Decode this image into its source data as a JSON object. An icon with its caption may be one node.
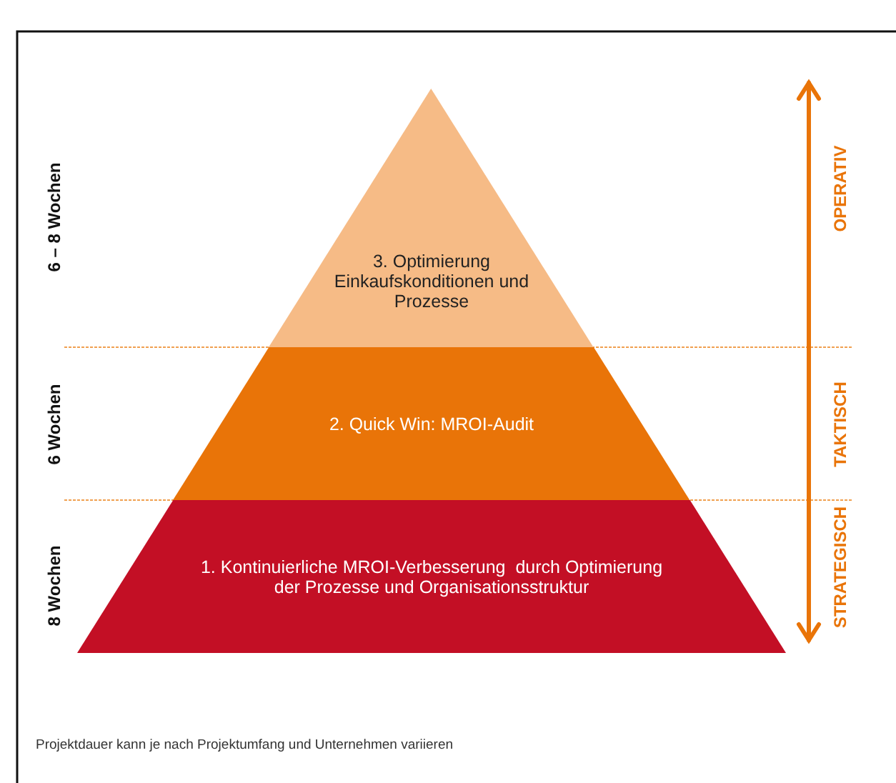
{
  "diagram": {
    "nodes": [
      {
        "text": [
          "3. Optimierung Einkaufskonditionen und Prozesse"
        ]
      },
      {
        "text": [
          "2. Quick Win: MROI-Audit"
        ]
      },
      {
        "text": [
          "1. Kontinuierliche MROI-Verbesserung  durch Optimierung der Prozesse und Organisationsstruktur"
        ]
      }
    ],
    "edges": [],
    "labels": [
      "6 – 8 Wochen",
      "OPERATIV",
      "6 Wochen",
      "TAKTISCH",
      "8 Wochen",
      "STRATEGISCH",
      "Projektdauer kann je nach Projektumfang und Unternehmen variieren"
    ]
  }
}
